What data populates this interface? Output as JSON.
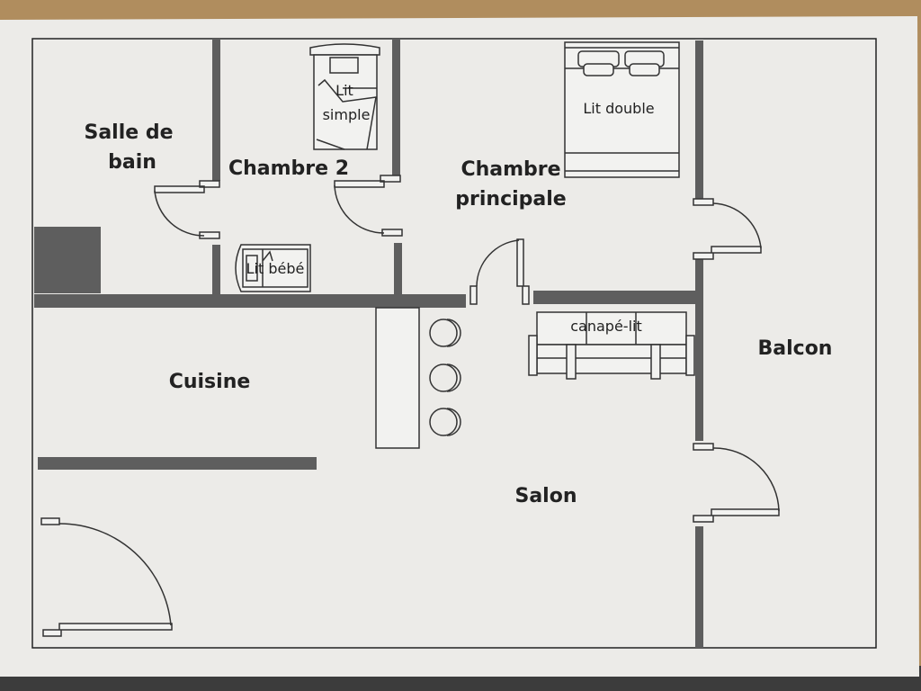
{
  "rooms": {
    "bathroom": [
      "Salle de",
      "bain"
    ],
    "bedroom2": "Chambre 2",
    "master": [
      "Chambre",
      "principale"
    ],
    "kitchen": "Cuisine",
    "living": "Salon",
    "balcony": "Balcon"
  },
  "furniture": {
    "single_bed": [
      "Lit",
      "simple"
    ],
    "double_bed": "Lit double",
    "baby_bed": "Lit bébé",
    "sofa_bed": "canapé-lit"
  },
  "colors": {
    "wall": "#5e5e5e",
    "paper": "#ecebe8",
    "table": "#b8935f"
  }
}
